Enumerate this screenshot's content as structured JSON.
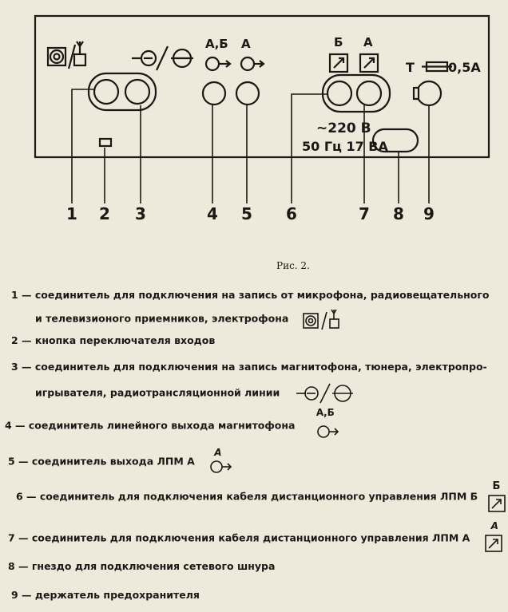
{
  "panel": {
    "labels": {
      "ab": "А,Б",
      "a": "А",
      "b": "Б",
      "a2": "А",
      "fuse": "0,5А",
      "t": "Т",
      "voltage": "~220 В",
      "freq": "50 Гц 17 ВА"
    },
    "numbers": [
      "1",
      "2",
      "3",
      "4",
      "5",
      "6",
      "7",
      "8",
      "9"
    ]
  },
  "caption": "Рис. 2.",
  "legend": [
    {
      "lines": [
        "1 — соединитель для подключения на запись от микрофона, радиовещательного",
        "и телевизионого приемников, электрофона"
      ],
      "icon": "mic-radio-icon"
    },
    {
      "lines": [
        "2 — кнопка переключателя входов"
      ],
      "icon": ""
    },
    {
      "lines": [
        "3 — соединитель для подключения на запись магнитофона, тюнера, электропро-",
        "игрывателя, радиотрансляционной линии"
      ],
      "icon": "tape-tuner-icon"
    },
    {
      "lines": [
        "4 — соединитель линейного выхода магнитофона"
      ],
      "icon": "line-out-ab-icon",
      "icon_label": "А,Б"
    },
    {
      "lines": [
        "5 — соединитель выхода ЛПМ А"
      ],
      "icon": "line-out-a-icon",
      "icon_label": "А"
    },
    {
      "lines": [
        "6 — соединитель для подключения кабеля дистанционного управления ЛПМ Б"
      ],
      "icon": "remote-b-icon",
      "icon_label": "Б"
    },
    {
      "lines": [
        "7 — соединитель для подключения кабеля дистанционного управления ЛПМ А"
      ],
      "icon": "remote-a-icon",
      "icon_label": "А"
    },
    {
      "lines": [
        "8 — гнездо для подключения сетевого шнура"
      ],
      "icon": ""
    },
    {
      "lines": [
        "9 — держатель предохранителя"
      ],
      "icon": ""
    }
  ]
}
